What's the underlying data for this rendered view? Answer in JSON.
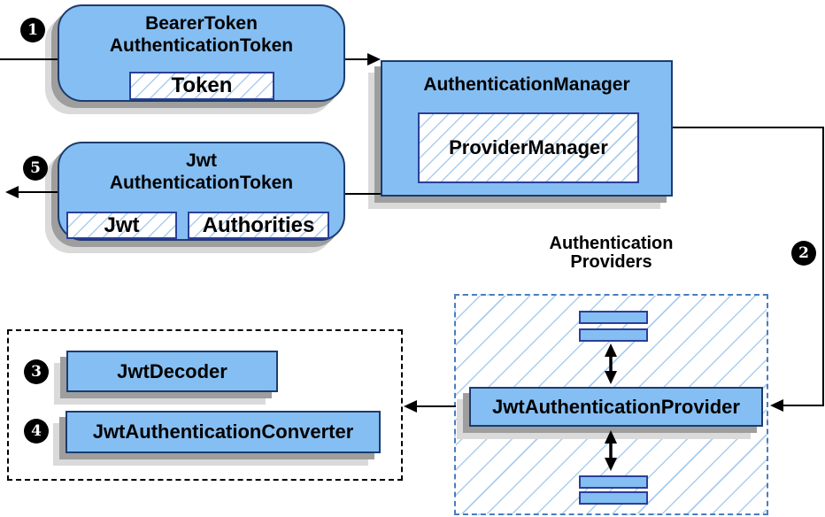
{
  "colors": {
    "box_fill": "#85BEF2",
    "box_border": "#1C3C6E",
    "inner_border": "#2A3F99",
    "hatch_line": "#A9CDEF",
    "provider_dash": "#4B7DBE",
    "shadow_dark": "#9E9E9E",
    "shadow_light": "#DADADA",
    "badge_bg": "#000000",
    "badge_fg": "#FFFFFF"
  },
  "badges": {
    "one": "1",
    "two": "2",
    "three": "3",
    "four": "4",
    "five": "5"
  },
  "nodes": {
    "bearer_token": {
      "line1": "BearerToken",
      "line2": "AuthenticationToken",
      "token": "Token"
    },
    "authentication_manager": {
      "title": "AuthenticationManager",
      "provider_manager": "ProviderManager"
    },
    "jwt_authentication_token": {
      "line1": "Jwt",
      "line2": "AuthenticationToken",
      "jwt": "Jwt",
      "authorities": "Authorities"
    },
    "authentication_providers": {
      "heading1": "Authentication",
      "heading2": "Providers",
      "jwt_authentication_provider": "JwtAuthenticationProvider"
    },
    "converter_group": {
      "jwt_decoder": "JwtDecoder",
      "jwt_authentication_converter": "JwtAuthenticationConverter"
    }
  }
}
